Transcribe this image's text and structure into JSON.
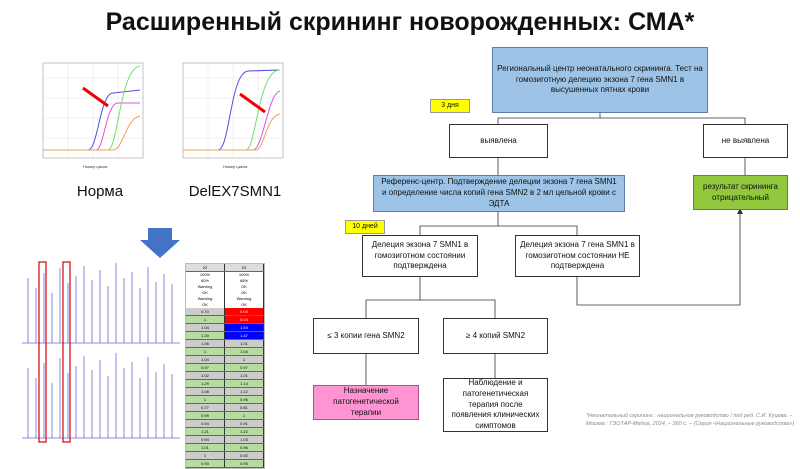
{
  "title": "Расширенный скрининг новорожденных: СМА*",
  "charts": {
    "left_caption": "Норма",
    "right_caption": "DelEX7SMN1",
    "xlabel": "Номер цикла"
  },
  "table": {
    "headers": [
      "22",
      "23"
    ],
    "status": [
      [
        "100%",
        "100%"
      ],
      [
        "60%",
        "68%"
      ],
      [
        "Warning",
        "OK"
      ],
      [
        "OK",
        "OK"
      ],
      [
        "Warning",
        "Warning"
      ],
      [
        "OK",
        "OK"
      ]
    ],
    "rows": [
      [
        "0.70",
        "0.04"
      ],
      [
        "1",
        "0.04"
      ],
      [
        "1.04",
        "1.54"
      ],
      [
        "1.20",
        "1.47"
      ],
      [
        "1.06",
        "1.01"
      ],
      [
        "1",
        "1.04"
      ],
      [
        "1.04",
        "1"
      ],
      [
        "0.97",
        "0.97"
      ],
      [
        "1.02",
        "1.01"
      ],
      [
        "1.29",
        "1.14"
      ],
      [
        "1.08",
        "1.12"
      ],
      [
        "1",
        "0.96"
      ],
      [
        "0.77",
        "0.81"
      ],
      [
        "0.99",
        "1"
      ],
      [
        "0.94",
        "0.91"
      ],
      [
        "1.21",
        "1.22"
      ],
      [
        "0.94",
        "1.03"
      ],
      [
        "1.01",
        "0.96"
      ],
      [
        "1",
        "0.92"
      ],
      [
        "0.93",
        "0.95"
      ]
    ]
  },
  "flow": {
    "top": "Региональный центр неонатального скрининга. Тест на гомозиготную делецию экзона 7 гена SMN1 в высушенных пятнах крови",
    "days3": "3 дня",
    "detected": "выявлена",
    "not_detected": "не выявлена",
    "reference": "Референс-центр. Подтверждение делеции экзона 7 гена SMN1 и определение числа копий гена SMN2 в 2 мл цельной крови с ЭДТА",
    "days10": "10 дней",
    "confirmed": "Делеция экзона 7 SMN1 в гомозиготном состоянии подтверждена",
    "not_confirmed": "Делеция экзона 7 гена SMN1 в гомозиготном состоянии НЕ подтверждена",
    "negative": "результат скрининга отрицательный",
    "le3": "≤ 3 копии гена SMN2",
    "ge4": "≥ 4 копий SMN2",
    "therapy": "Назначение патогенетической терапии",
    "observe": "Наблюдение и патогенетическая терапия после появления клинических симптомов"
  },
  "footnote": "*Неонатальный скрининг : национальное руководство / под ред. С.И. Куцева. – Москва : ГЭОТАР-Медиа, 2024. – 360 с. – (Серия «Национальные руководства»)"
}
